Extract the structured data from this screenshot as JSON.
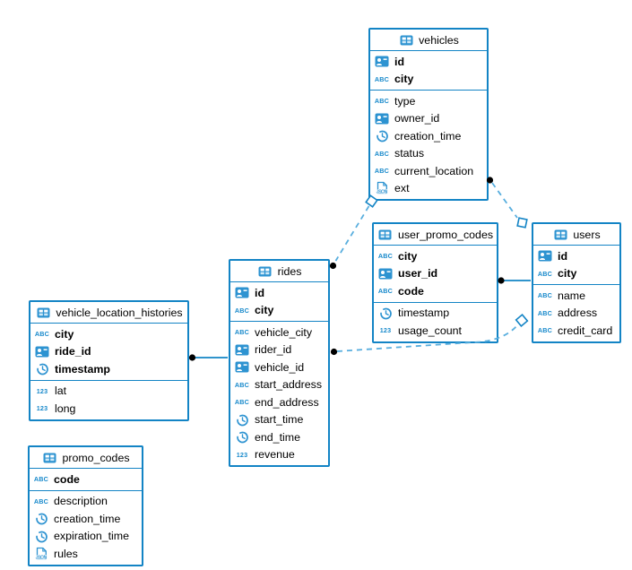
{
  "diagram": {
    "tables": [
      {
        "id": "vehicles",
        "title": "vehicles",
        "key_fields": [
          {
            "name": "id",
            "type": "id"
          },
          {
            "name": "city",
            "type": "text"
          }
        ],
        "fields": [
          {
            "name": "type",
            "type": "text"
          },
          {
            "name": "owner_id",
            "type": "id"
          },
          {
            "name": "creation_time",
            "type": "time"
          },
          {
            "name": "status",
            "type": "text"
          },
          {
            "name": "current_location",
            "type": "text"
          },
          {
            "name": "ext",
            "type": "json"
          }
        ]
      },
      {
        "id": "user_promo_codes",
        "title": "user_promo_codes",
        "key_fields": [
          {
            "name": "city",
            "type": "text"
          },
          {
            "name": "user_id",
            "type": "id"
          },
          {
            "name": "code",
            "type": "text"
          }
        ],
        "fields": [
          {
            "name": "timestamp",
            "type": "time"
          },
          {
            "name": "usage_count",
            "type": "number"
          }
        ]
      },
      {
        "id": "users",
        "title": "users",
        "key_fields": [
          {
            "name": "id",
            "type": "id"
          },
          {
            "name": "city",
            "type": "text"
          }
        ],
        "fields": [
          {
            "name": "name",
            "type": "text"
          },
          {
            "name": "address",
            "type": "text"
          },
          {
            "name": "credit_card",
            "type": "text"
          }
        ]
      },
      {
        "id": "rides",
        "title": "rides",
        "key_fields": [
          {
            "name": "id",
            "type": "id"
          },
          {
            "name": "city",
            "type": "text"
          }
        ],
        "fields": [
          {
            "name": "vehicle_city",
            "type": "text"
          },
          {
            "name": "rider_id",
            "type": "id"
          },
          {
            "name": "vehicle_id",
            "type": "id"
          },
          {
            "name": "start_address",
            "type": "text"
          },
          {
            "name": "end_address",
            "type": "text"
          },
          {
            "name": "start_time",
            "type": "time"
          },
          {
            "name": "end_time",
            "type": "time"
          },
          {
            "name": "revenue",
            "type": "number"
          }
        ]
      },
      {
        "id": "vehicle_location_histories",
        "title": "vehicle_location_histories",
        "key_fields": [
          {
            "name": "city",
            "type": "text"
          },
          {
            "name": "ride_id",
            "type": "id"
          },
          {
            "name": "timestamp",
            "type": "time"
          }
        ],
        "fields": [
          {
            "name": "lat",
            "type": "number"
          },
          {
            "name": "long",
            "type": "number"
          }
        ]
      },
      {
        "id": "promo_codes",
        "title": "promo_codes",
        "key_fields": [
          {
            "name": "code",
            "type": "text"
          }
        ],
        "fields": [
          {
            "name": "description",
            "type": "text"
          },
          {
            "name": "creation_time",
            "type": "time"
          },
          {
            "name": "expiration_time",
            "type": "time"
          },
          {
            "name": "rules",
            "type": "json"
          }
        ]
      }
    ],
    "relationships": [
      {
        "from": "vehicles",
        "to": "users",
        "style": "dashed",
        "from_marker": "dot",
        "to_marker": "diamond"
      },
      {
        "from": "rides",
        "to": "vehicles",
        "style": "dashed",
        "from_marker": "dot",
        "to_marker": "diamond"
      },
      {
        "from": "user_promo_codes",
        "to": "users",
        "style": "solid",
        "from_marker": "dot",
        "to_marker": "none"
      },
      {
        "from": "rides",
        "to": "users",
        "style": "dashed",
        "from_marker": "dot",
        "to_marker": "diamond"
      },
      {
        "from": "vehicle_location_histories",
        "to": "rides",
        "style": "solid",
        "from_marker": "dot",
        "to_marker": "none"
      }
    ],
    "icon_glyphs": {
      "text": "ABC",
      "number": "123",
      "json_label": "JSON"
    },
    "colors": {
      "table_border": "#1384c5",
      "icon_blue": "#2d93d1",
      "glyph_blue": "#1789cb",
      "dashed_line": "#58aede",
      "solid_line": "#1384c5",
      "dot": "#000000",
      "text": "#000000",
      "background": "#ffffff"
    }
  }
}
